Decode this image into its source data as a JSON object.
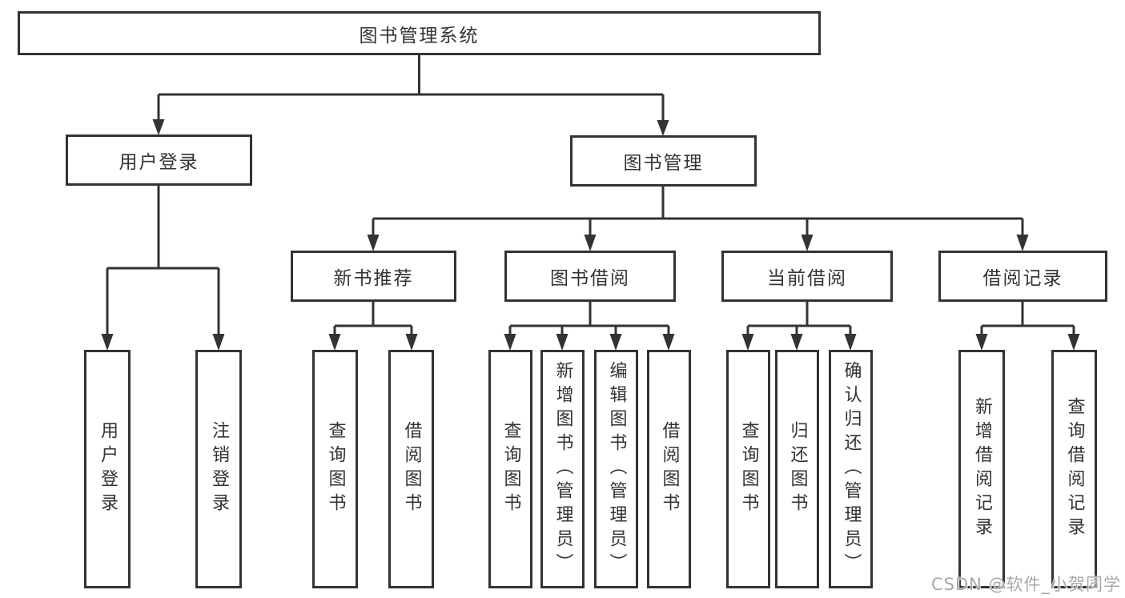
{
  "diagram": {
    "title": "图书管理系统",
    "root": {
      "label": "图书管理系统"
    },
    "level2": [
      {
        "label": "用户登录"
      },
      {
        "label": "图书管理"
      }
    ],
    "level3": [
      {
        "label": "新书推荐"
      },
      {
        "label": "图书借阅"
      },
      {
        "label": "当前借阅"
      },
      {
        "label": "借阅记录"
      }
    ],
    "leaves": {
      "login": [
        "用户登录",
        "注销登录"
      ],
      "recommend": [
        "查询图书",
        "借阅图书"
      ],
      "borrow": [
        "查询图书",
        "新增图书（管理员）",
        "编辑图书（管理员）",
        "借阅图书"
      ],
      "current": [
        "查询图书",
        "归还图书",
        "确认归还（管理员）"
      ],
      "records": [
        "新增借阅记录",
        "查询借阅记录"
      ]
    }
  },
  "watermark": "CSDN @软件_小贺同学",
  "colors": {
    "line": "#333333",
    "text": "#333333",
    "background": "#ffffff",
    "watermark": "#9e9e9e"
  }
}
